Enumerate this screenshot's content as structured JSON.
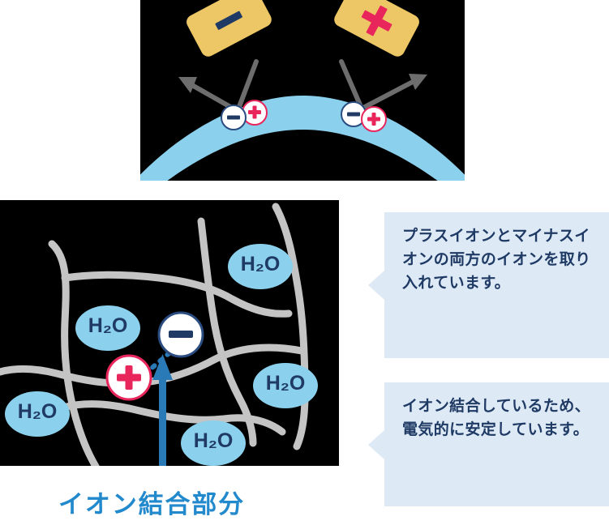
{
  "figure": {
    "top_panel": {
      "cards": [
        {
          "id": "minus-card",
          "symbol": "−",
          "symbol_name": "minus-sign",
          "card_color": "#edc765",
          "symbol_color": "#1f3a64"
        },
        {
          "id": "plus-card",
          "symbol": "+",
          "symbol_name": "plus-sign",
          "card_color": "#edc765",
          "symbol_color": "#e8265c"
        }
      ],
      "ion_pairs": [
        {
          "minus": "−",
          "plus": "+"
        },
        {
          "minus": "−",
          "plus": "+"
        }
      ],
      "band_color": "#8bd0ec",
      "arrow_color": "#6d6d6d"
    },
    "bottom_panel": {
      "water_labels": [
        "H₂O",
        "H₂O",
        "H₂O",
        "H₂O",
        "H₂O"
      ],
      "minus_ion": "−",
      "plus_ion": "+",
      "water_fill": "#8bd0ec",
      "water_text_color": "#1f3a64",
      "mesh_color": "#c4c4c4",
      "bond_color": "#2a7ab8",
      "arrow_color": "#2a7ab8"
    },
    "caption": "イオン結合部分"
  },
  "callouts": [
    {
      "id": "callout-both-ions",
      "text": "プラスイオンとマイナスイオンの両方のイオンを取り入れています。",
      "background": "#dde9f5",
      "text_color": "#1f3a64"
    },
    {
      "id": "callout-ionic-bond",
      "text": "イオン結合しているため、電気的に安定しています。",
      "background": "#dde9f5",
      "text_color": "#1f3a64"
    }
  ]
}
